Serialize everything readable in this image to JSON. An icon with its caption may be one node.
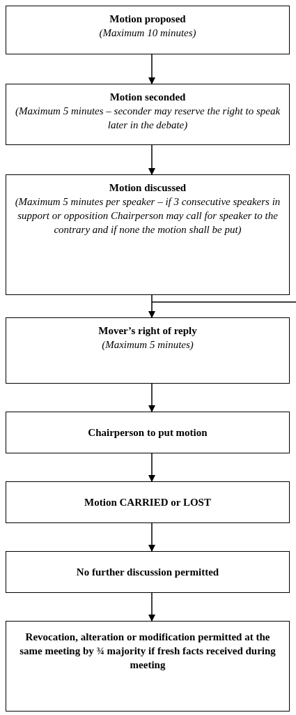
{
  "diagram": {
    "nodes": [
      {
        "text": [
          "Motion proposed",
          "(Maximum 10 minutes)"
        ]
      },
      {
        "text": [
          "Motion seconded",
          "(Maximum 5 minutes – seconder may reserve the right to speak later in the debate)"
        ]
      },
      {
        "text": [
          "Motion discussed",
          "(Maximum 5 minutes per speaker – if 3 consecutive speakers in support or opposition Chairperson may call for speaker to the contrary and if none the motion shall be put)"
        ]
      },
      {
        "text": [
          "Mover’s right of reply",
          "(Maximum 5 minutes)"
        ]
      },
      {
        "text": [
          "Chairperson to put motion"
        ]
      },
      {
        "text": [
          "Motion CARRIED or LOST"
        ]
      },
      {
        "text": [
          "No further discussion permitted"
        ]
      },
      {
        "text": [
          "Revocation, alteration or modification permitted at the same meeting by ¾ majority if fresh facts received during meeting"
        ]
      }
    ],
    "edges": [
      {
        "from": 0,
        "to": 1,
        "arrow": "to"
      },
      {
        "from": 1,
        "to": 2,
        "arrow": "to"
      },
      {
        "from": 2,
        "to": 3,
        "arrow": "to"
      },
      {
        "from": 3,
        "to": 4,
        "arrow": "to"
      },
      {
        "from": 4,
        "to": 5,
        "arrow": "to"
      },
      {
        "from": 5,
        "to": 6,
        "arrow": "to"
      },
      {
        "from": 6,
        "to": 7,
        "arrow": "to"
      }
    ]
  }
}
